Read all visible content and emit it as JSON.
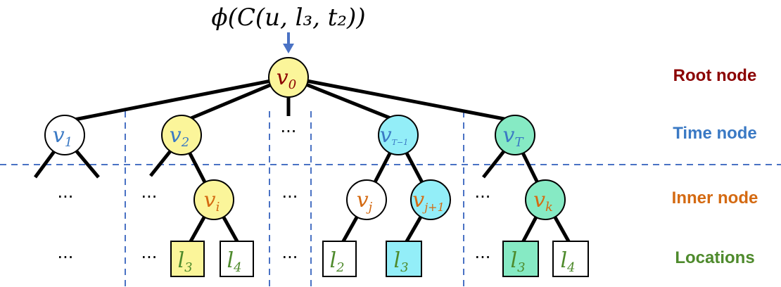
{
  "formula": "ϕ(C(u, l₃, t₂))",
  "colors": {
    "yellow": "#fbf59a",
    "cyan": "#93eef8",
    "green": "#86eac4",
    "white": "#ffffff",
    "separator": "#4a72c4",
    "arrow": "#4a72c4",
    "root_text": "#8b0000",
    "time_text": "#3a79c4",
    "inner_text": "#d46a12",
    "loc_text": "#4e8a2c"
  },
  "legend": {
    "root": "Root node",
    "time": "Time node",
    "inner": "Inner node",
    "locations": "Locations"
  },
  "nodes": {
    "root": {
      "label": "v",
      "sub": "0"
    },
    "time": [
      {
        "label": "v",
        "sub": "1"
      },
      {
        "label": "v",
        "sub": "2"
      },
      {
        "label": "v",
        "sub": "T−1"
      },
      {
        "label": "v",
        "sub": "T"
      }
    ],
    "inner": [
      {
        "label": "v",
        "sub": "i"
      },
      {
        "label": "v",
        "sub": "j"
      },
      {
        "label": "v",
        "sub": "j+1"
      },
      {
        "label": "v",
        "sub": "k"
      }
    ],
    "locations": [
      {
        "label": "l",
        "sub": "3"
      },
      {
        "label": "l",
        "sub": "4"
      },
      {
        "label": "l",
        "sub": "2"
      },
      {
        "label": "l",
        "sub": "3"
      },
      {
        "label": "l",
        "sub": "3"
      },
      {
        "label": "l",
        "sub": "4"
      }
    ]
  },
  "ellipsis": "···"
}
